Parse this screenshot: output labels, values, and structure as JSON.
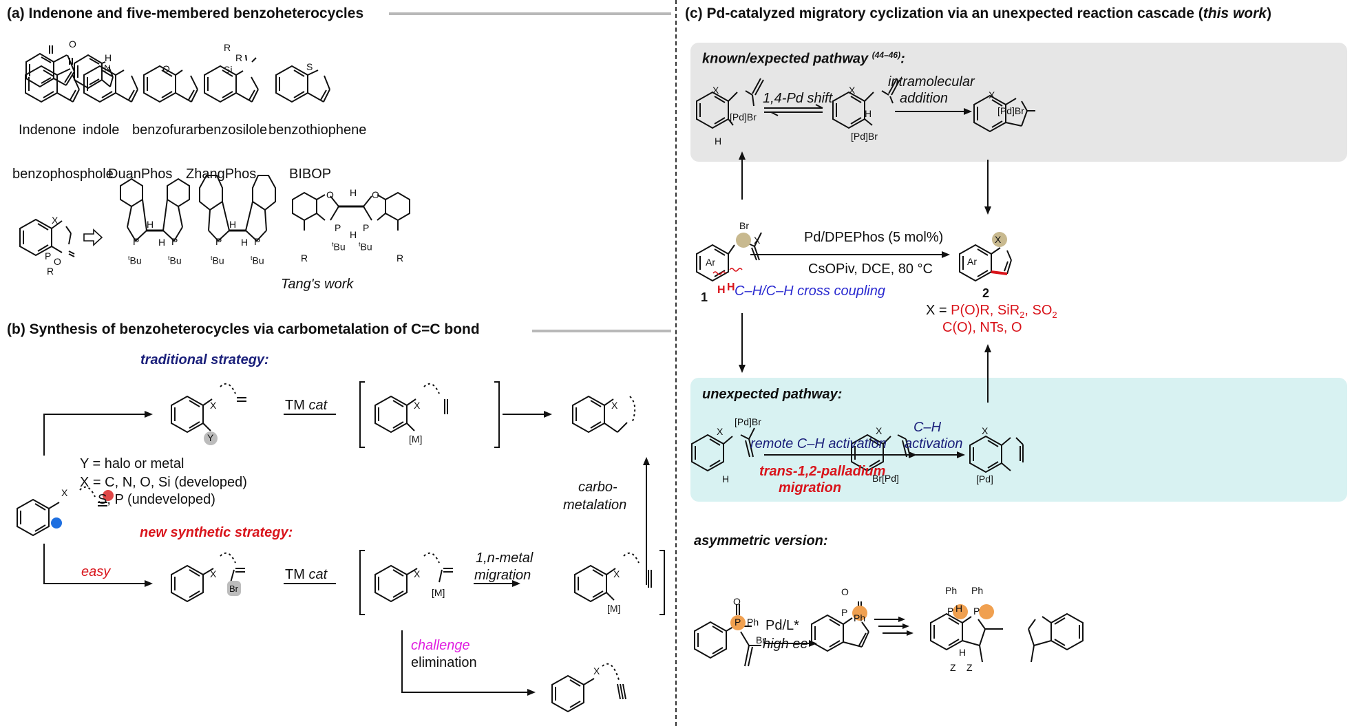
{
  "figure": {
    "section_a": {
      "title": "(a) Indenone and five-membered benzoheterocycles",
      "compounds_row1": [
        "Indenone",
        "indole",
        "benzofuran",
        "benzosilole",
        "benzothiophene"
      ],
      "compounds_row2": [
        "benzophosphole",
        "DuanPhos",
        "ZhangPhos",
        "BIBOP"
      ],
      "note": "Tang's work",
      "atoms": {
        "O": "O",
        "H": "H",
        "N": "N",
        "Si": "Si",
        "R": "R",
        "S": "S",
        "X": "X",
        "P": "P",
        "tBu": "Bu",
        "t": "t"
      }
    },
    "section_b": {
      "title": "(b) Synthesis of benzoheterocycles via carbometalation of C=C bond",
      "traditional_label": "traditional strategy:",
      "new_label": "new synthetic strategy:",
      "tm_cat": "TM",
      "cat": "cat",
      "y_def": "Y = halo or metal",
      "x_def_1": "X = C, N, O, Si (developed)",
      "x_def_2": "S, P (undeveloped)",
      "carbo_1": "carbo-",
      "carbo_2": "metalation",
      "easy": "easy",
      "migration_1": "1,n-metal",
      "migration_2": "migration",
      "challenge": "challenge",
      "elimination": "elimination",
      "atoms": {
        "X": "X",
        "Y": "Y",
        "M": "[M]",
        "Br": "Br"
      }
    },
    "section_c": {
      "title_main": "(c) Pd-catalyzed migratory cyclization via an unexpected reaction cascade (",
      "title_italic": "this work",
      "title_end": ")",
      "known_label": "known/expected pathway",
      "known_refs": "(44–46)",
      "known_colon": ":",
      "pd_shift": "1,4-Pd shift",
      "intra_1": "intramolecular",
      "intra_2": "addition",
      "conditions_top": "Pd/DPEPhos (5 mol%)",
      "conditions_bottom": "CsOPiv, DCE, 80 °C",
      "coupling": "C–H/C–H cross coupling",
      "compound_1": "1",
      "compound_2": "2",
      "x_prefix": "X = ",
      "x_values_1": "P(O)R, SiR",
      "x_values_1_sub": "2",
      "x_values_1_b": ", SO",
      "x_values_1_sub2": "2",
      "x_values_2": "C(O), NTs, O",
      "unexpected_label": "unexpected pathway:",
      "remote": "remote C–H activation",
      "trans_1": "trans-1,2-palladium",
      "trans_2": "migration",
      "ch_1": "C–H",
      "ch_2": "activation",
      "asym_label": "asymmetric version:",
      "pdl": "Pd/L*",
      "high_ee": "high ee",
      "atoms": {
        "PdBr": "[Pd]Br",
        "BrPd": "Br[Pd]",
        "Pd": "[Pd]",
        "H": "H",
        "X": "X",
        "Ar": "Ar",
        "Br": "Br",
        "P": "P",
        "Ph": "Ph",
        "O": "O",
        "Z": "Z"
      }
    },
    "colors": {
      "navy": "#1a1f7a",
      "red": "#d9141b",
      "blue": "#2a2ad0",
      "magenta": "#e01ee0",
      "panel_gray": "#e6e6e6",
      "panel_cyan": "#d8f2f2",
      "x_highlight": "#c8b98f",
      "p_highlight": "#f0a050"
    }
  }
}
